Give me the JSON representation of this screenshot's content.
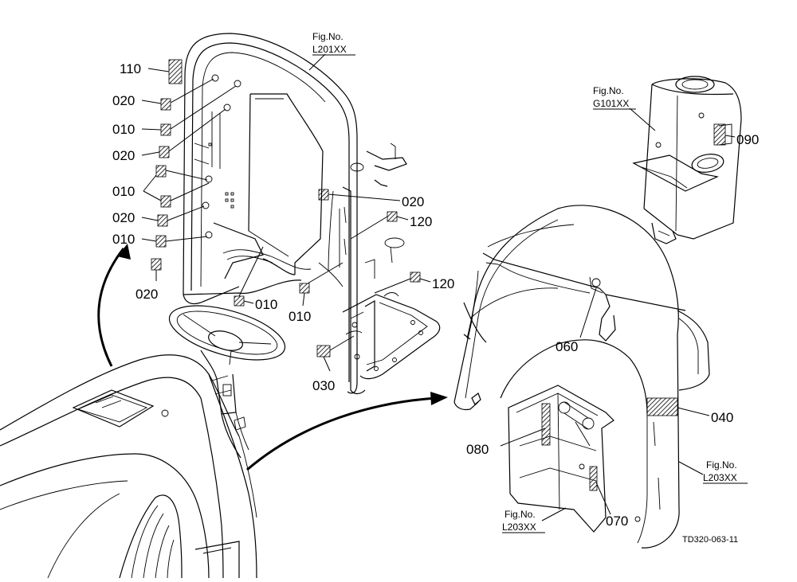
{
  "diagram": {
    "code": "TD320-063-11",
    "figure_refs": [
      {
        "label": "Fig.No.",
        "number": "L201XX"
      },
      {
        "label": "Fig.No.",
        "number": "G101XX"
      },
      {
        "label": "Fig.No.",
        "number": "L203XX"
      },
      {
        "label": "Fig.No.",
        "number": "L203XX"
      }
    ],
    "callouts": [
      "110",
      "020",
      "010",
      "020",
      "010",
      "020",
      "010",
      "020",
      "020",
      "120",
      "010",
      "010",
      "120",
      "030",
      "090",
      "060",
      "040",
      "080",
      "070"
    ]
  }
}
